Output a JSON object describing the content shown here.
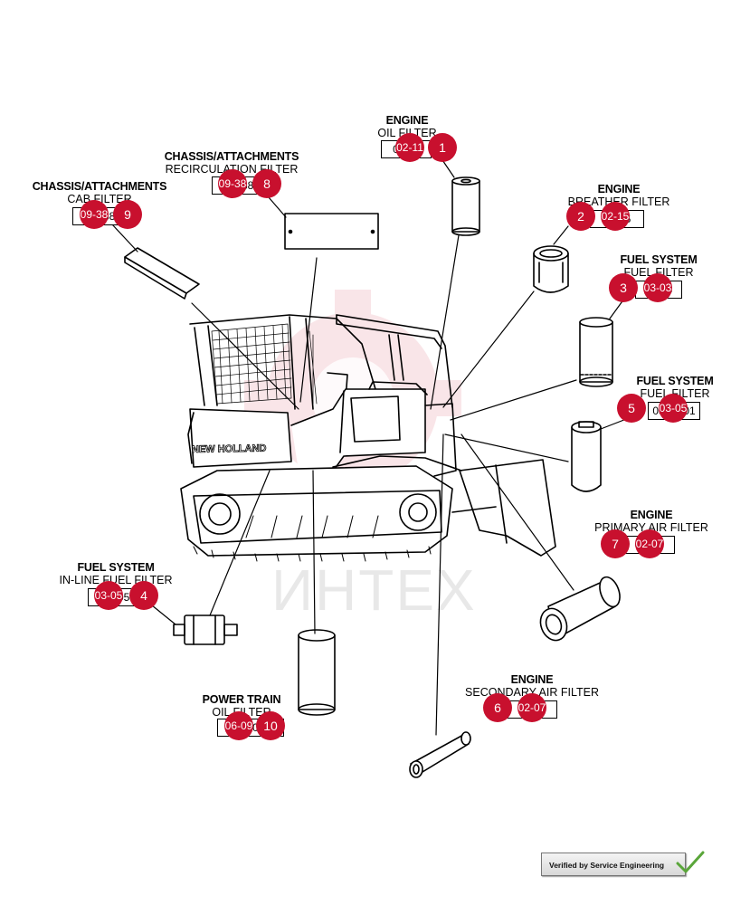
{
  "diagram": {
    "watermark": "ИНТЕХ",
    "verified_badge": "Verified by Service Engineering",
    "accent_color": "#c8102e",
    "callouts": [
      {
        "number": "1",
        "system": "ENGINE",
        "filter": "OIL FILTER",
        "ref": "02-11"
      },
      {
        "number": "2",
        "system": "ENGINE",
        "filter": "BREATHER FILTER",
        "ref": "02-15"
      },
      {
        "number": "3",
        "system": "FUEL SYSTEM",
        "filter": "FUEL FILTER",
        "ref": "03-03"
      },
      {
        "number": "4",
        "system": "FUEL SYSTEM",
        "filter": "IN-LINE FUEL FILTER",
        "ref": "03-05"
      },
      {
        "number": "5",
        "system": "FUEL SYSTEM",
        "filter": "FUEL FILTER",
        "ref": "03-05 01"
      },
      {
        "number": "6",
        "system": "ENGINE",
        "filter": "SECONDARY AIR FILTER",
        "ref": "02-07"
      },
      {
        "number": "7",
        "system": "ENGINE",
        "filter": "PRIMARY AIR FILTER",
        "ref": "02-07"
      },
      {
        "number": "8",
        "system": "CHASSIS/ATTACHMENTS",
        "filter": "RECIRCULATION FILTER",
        "ref": "09-38"
      },
      {
        "number": "9",
        "system": "CHASSIS/ATTACHMENTS",
        "filter": "CAB FILTER",
        "ref": "09-38"
      },
      {
        "number": "10",
        "system": "POWER TRAIN",
        "filter": "OIL FILTER",
        "ref": "06-09"
      }
    ],
    "machine_brand": "NEW HOLLAND"
  }
}
